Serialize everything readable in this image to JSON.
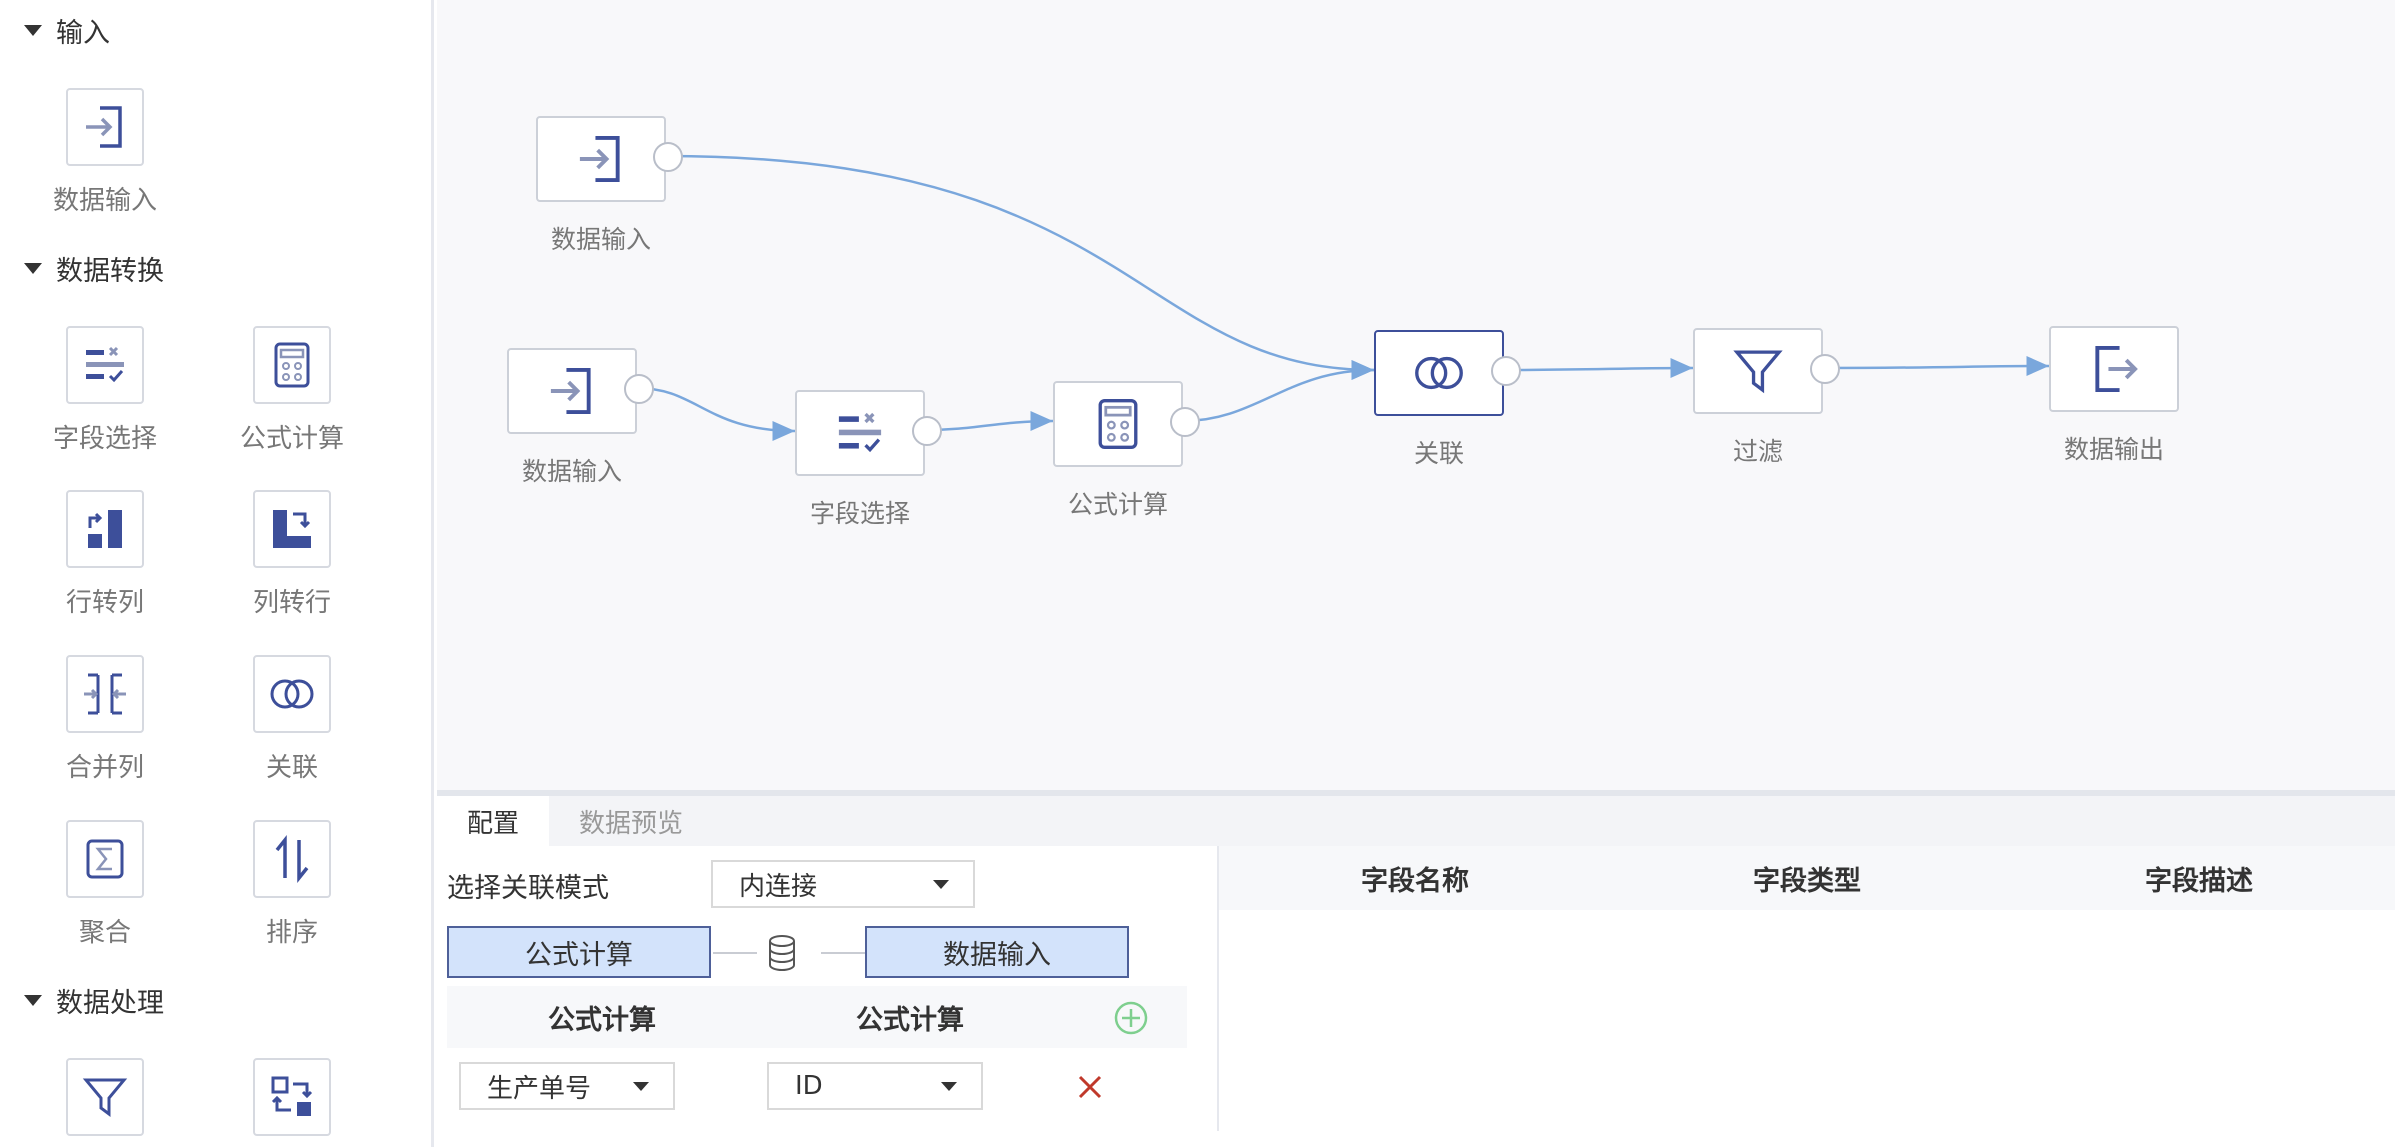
{
  "sidebar": {
    "sections": [
      {
        "title": "输入",
        "tools": [
          {
            "label": "数据输入",
            "icon": "input-icon"
          }
        ]
      },
      {
        "title": "数据转换",
        "tools": [
          {
            "label": "字段选择",
            "icon": "field-select-icon"
          },
          {
            "label": "公式计算",
            "icon": "calculator-icon"
          },
          {
            "label": "行转列",
            "icon": "row-to-column-icon"
          },
          {
            "label": "列转行",
            "icon": "column-to-row-icon"
          },
          {
            "label": "合并列",
            "icon": "merge-columns-icon"
          },
          {
            "label": "关联",
            "icon": "join-icon"
          },
          {
            "label": "聚合",
            "icon": "sigma-icon"
          },
          {
            "label": "排序",
            "icon": "sort-icon"
          }
        ]
      },
      {
        "title": "数据处理",
        "tools": [
          {
            "label": "",
            "icon": "filter-icon"
          },
          {
            "label": "",
            "icon": "transform-icon"
          }
        ]
      }
    ]
  },
  "canvas": {
    "nodes": [
      {
        "id": "n1",
        "label": "数据输入",
        "icon": "input-icon"
      },
      {
        "id": "n2",
        "label": "数据输入",
        "icon": "input-icon"
      },
      {
        "id": "n3",
        "label": "字段选择",
        "icon": "field-select-icon"
      },
      {
        "id": "n4",
        "label": "公式计算",
        "icon": "calculator-icon"
      },
      {
        "id": "n5",
        "label": "关联",
        "icon": "join-icon",
        "selected": true
      },
      {
        "id": "n6",
        "label": "过滤",
        "icon": "filter-icon"
      },
      {
        "id": "n7",
        "label": "数据输出",
        "icon": "output-icon"
      }
    ],
    "edges": [
      [
        "n1",
        "n5"
      ],
      [
        "n2",
        "n3"
      ],
      [
        "n3",
        "n4"
      ],
      [
        "n4",
        "n5"
      ],
      [
        "n5",
        "n6"
      ],
      [
        "n6",
        "n7"
      ]
    ],
    "edge_color": "#7aa7dc"
  },
  "panel": {
    "tabs": [
      {
        "label": "配置",
        "active": true
      },
      {
        "label": "数据预览",
        "active": false
      }
    ],
    "config": {
      "mode_label": "选择关联模式",
      "mode_value": "内连接",
      "left_table": "公式计算",
      "right_table": "数据输入",
      "map_header_left": "公式计算",
      "map_header_right": "公式计算",
      "rows": [
        {
          "left": "生产单号",
          "right": "ID"
        }
      ]
    },
    "fields_table": {
      "columns": [
        "字段名称",
        "字段类型",
        "字段描述"
      ]
    }
  },
  "colors": {
    "accent": "#3d4f9a",
    "chip_bg": "#d3e3fb",
    "add": "#7ecf8e",
    "delete": "#c0392b"
  }
}
